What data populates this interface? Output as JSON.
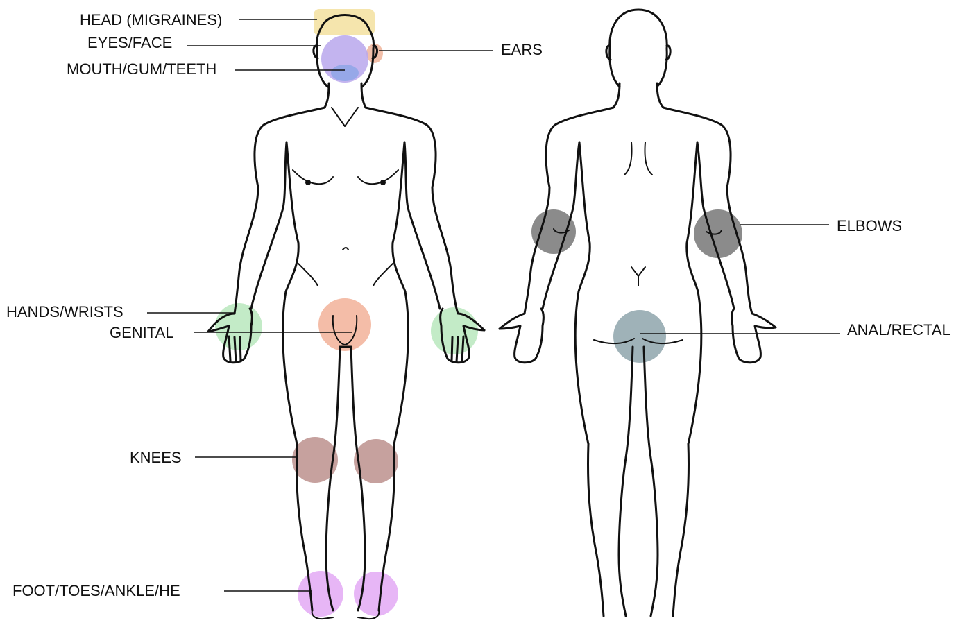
{
  "figures": {
    "front": "front-view",
    "back": "back-view"
  },
  "regions": [
    {
      "id": "head",
      "label": "HEAD (MIGRAINES)",
      "color": "#f3e09f"
    },
    {
      "id": "eyes",
      "label": "EYES/FACE",
      "color": "#b9a7ec"
    },
    {
      "id": "mouth",
      "label": "MOUTH/GUM/TEETH",
      "color": "#8ea6e6"
    },
    {
      "id": "ears",
      "label": "EARS",
      "color": "#f0b49a"
    },
    {
      "id": "elbows",
      "label": "ELBOWS",
      "color": "#6e6e6e"
    },
    {
      "id": "hands",
      "label": "HANDS/WRISTS",
      "color": "#b8e8bd"
    },
    {
      "id": "genital",
      "label": "GENITAL",
      "color": "#f2b199"
    },
    {
      "id": "anal",
      "label": "ANAL/RECTAL",
      "color": "#8ea5ab"
    },
    {
      "id": "knees",
      "label": "KNEES",
      "color": "#b88a86"
    },
    {
      "id": "foot",
      "label": "FOOT/TOES/ANKLE/HE",
      "color": "#e3a9f5"
    }
  ],
  "style": {
    "outline": "#111111",
    "leader": "#111111"
  }
}
